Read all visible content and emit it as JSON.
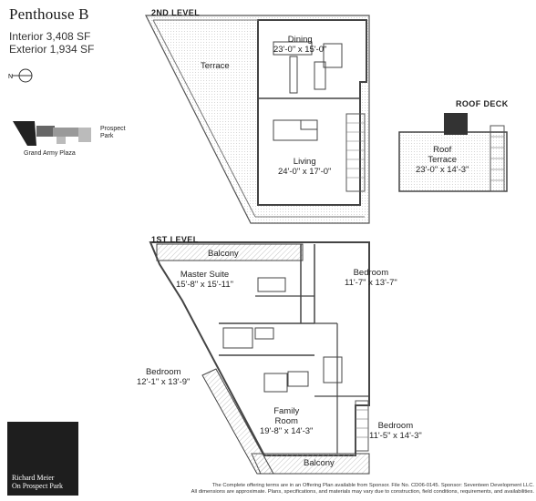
{
  "unit": {
    "name": "Penthouse B",
    "interior": "Interior 3,408 SF",
    "exterior": "Exterior 1,934 SF"
  },
  "levels": {
    "second": "2ND LEVEL",
    "first": "1ST LEVEL",
    "roof": "ROOF DECK"
  },
  "rooms": {
    "dining": {
      "name": "Dining",
      "dims": "23'-0\" x 15'-0\""
    },
    "terrace": {
      "name": "Terrace"
    },
    "living": {
      "name": "Living",
      "dims": "24'-0\" x 17'-0\""
    },
    "roof_terrace": {
      "name1": "Roof",
      "name2": "Terrace",
      "dims": "23'-0\" x 14'-3\""
    },
    "balcony_top": {
      "name": "Balcony"
    },
    "master_suite": {
      "name": "Master Suite",
      "dims": "15'-8\" x 15'-11\""
    },
    "bedroom_ne": {
      "name": "Bedroom",
      "dims": "11'-7\" x 13'-7\""
    },
    "bedroom_w": {
      "name": "Bedroom",
      "dims": "12'-1\" x 13'-9\""
    },
    "family_room": {
      "name1": "Family",
      "name2": "Room",
      "dims": "19'-8\" x 14'-3\""
    },
    "bedroom_se": {
      "name": "Bedroom",
      "dims": "11'-5\" x 14'-3\""
    },
    "balcony_bottom": {
      "name": "Balcony"
    }
  },
  "keyplan": {
    "street": "Grand Army Plaza",
    "side_line1": "Prospect",
    "side_line2": "Park",
    "icons": [
      "north-arrow-icon",
      "key-plan-icon"
    ]
  },
  "brand": {
    "line1": "Richard Meier",
    "line2": "On Prospect Park"
  },
  "footer": {
    "line1": "The Complete offering terms are in an Offering Plan available from Sponsor. File No. CD06-0145. Sponsor: Seventeen Development LLC.",
    "line2": "All dimensions are approximate. Plans, specifications, and materials may vary due to construction, field conditions, requirements, and availabilities."
  },
  "colors": {
    "wall": "#555555",
    "terrace_pattern": "#9a9a9a",
    "logo_bg": "#1e1e1e"
  }
}
